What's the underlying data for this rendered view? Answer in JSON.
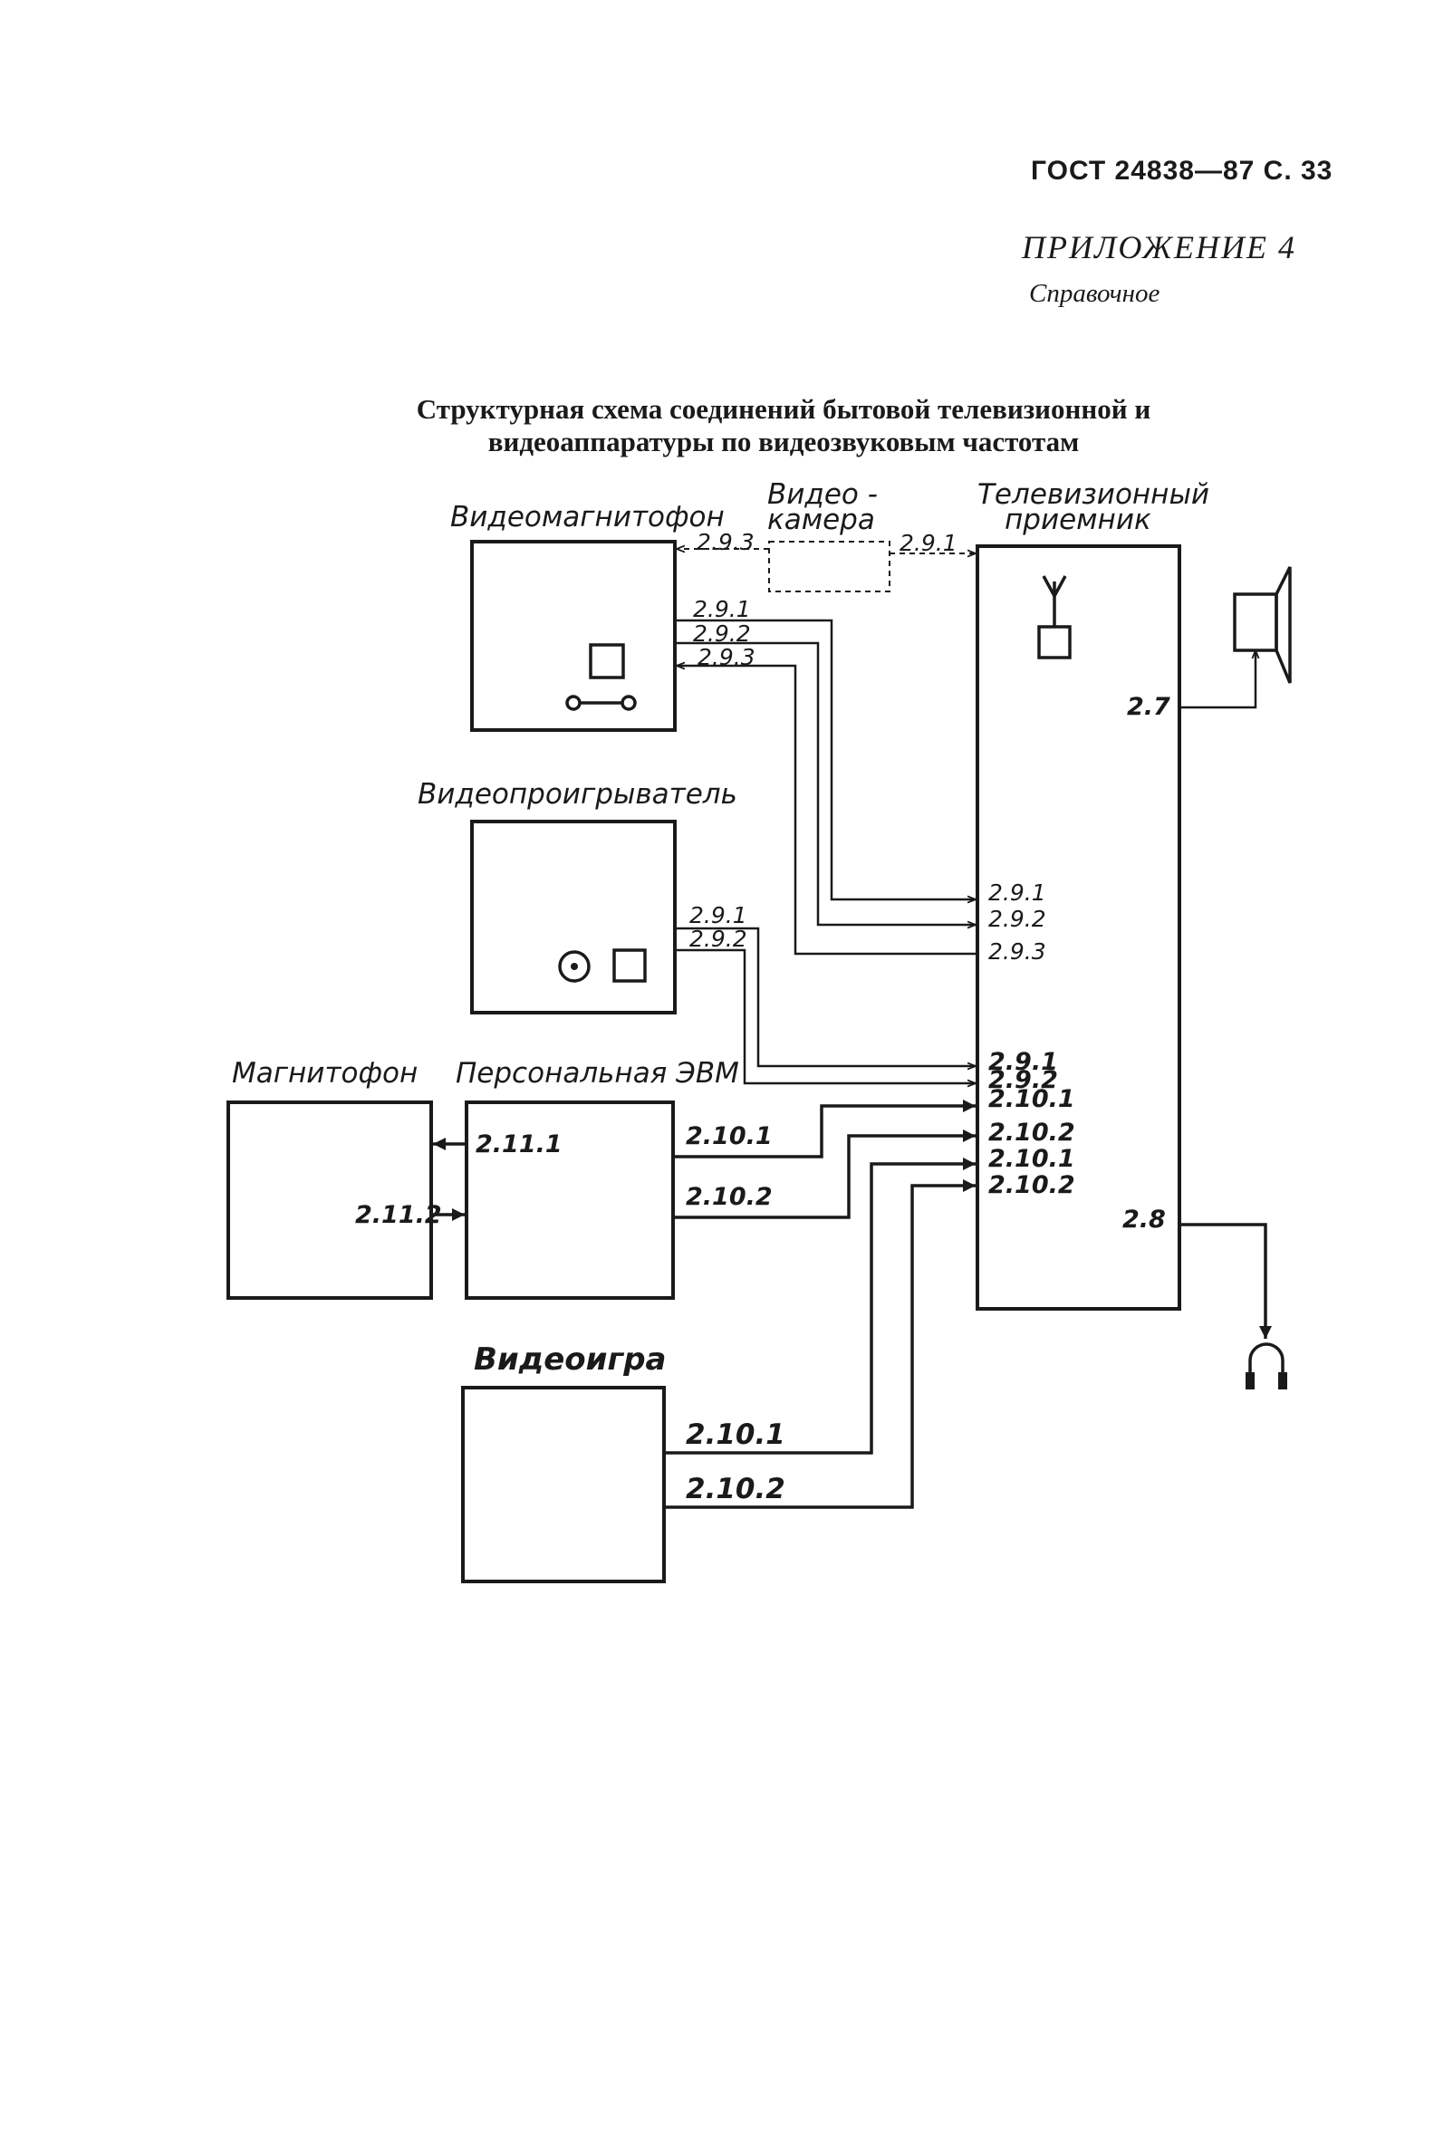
{
  "header": {
    "doc_ref": "ГОСТ 24838—87 С. 33",
    "appendix": "ПРИЛОЖЕНИЕ 4",
    "appendix_type": "Справочное"
  },
  "title": {
    "line1": "Структурная схема соединений бытовой телевизионной и",
    "line2": "видеоаппаратуры по видеозвуковым частотам"
  },
  "blocks": {
    "vcr": "Видеомагнитофон",
    "camera_1": "Видео -",
    "camera_2": "камера",
    "tv_1": "Телевизионный",
    "tv_2": "приемник",
    "player": "Видеопроигрыватель",
    "tape": "Магнитофон",
    "pc": "Персональная ЭВМ",
    "game": "Видеоигра"
  },
  "pins": {
    "vcr_cam": "2.9.3",
    "cam_tv": "2.9.1",
    "vcr_1": "2.9.1",
    "vcr_2": "2.9.2",
    "vcr_3": "2.9.3",
    "tv_spk": "2.7",
    "tv_in_a1": "2.9.1",
    "tv_in_a2": "2.9.2",
    "tv_in_a3": "2.9.3",
    "player_1": "2.9.1",
    "player_2": "2.9.2",
    "tv_in_b1": "2.9.1",
    "tv_in_b2": "2.9.2",
    "tv_in_b3": "2.10.1",
    "tv_in_b4": "2.10.2",
    "tv_in_b5": "2.10.1",
    "tv_in_b6": "2.10.2",
    "pc_tape": "2.11.1",
    "tape_pc": "2.11.2",
    "pc_1": "2.10.1",
    "pc_2": "2.10.2",
    "tv_phones": "2.8",
    "game_1": "2.10.1",
    "game_2": "2.10.2"
  },
  "icons": [
    "antenna-icon",
    "speaker-icon",
    "headphones-icon",
    "cassette-icon",
    "disc-icon"
  ]
}
